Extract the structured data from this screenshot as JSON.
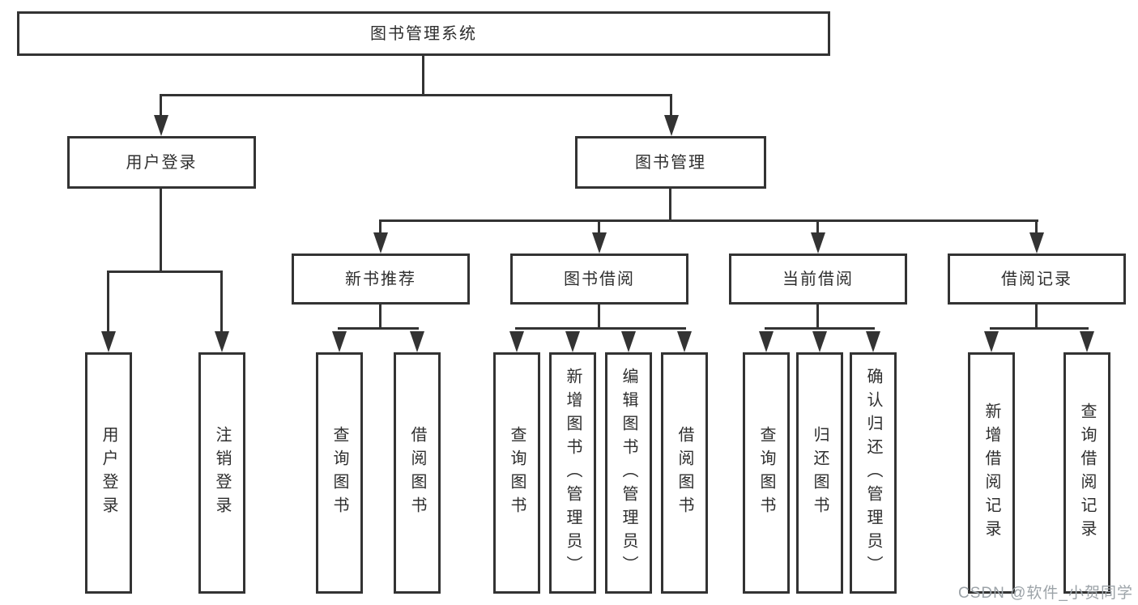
{
  "tree": {
    "root": "图书管理系统",
    "branches": [
      {
        "label": "用户登录",
        "children": [
          "用户登录",
          "注销登录"
        ]
      },
      {
        "label": "图书管理",
        "sections": [
          {
            "label": "新书推荐",
            "children": [
              "查询图书",
              "借阅图书"
            ]
          },
          {
            "label": "图书借阅",
            "children": [
              "查询图书",
              "新增图书（管理员）",
              "编辑图书（管理员）",
              "借阅图书"
            ]
          },
          {
            "label": "当前借阅",
            "children": [
              "查询图书",
              "归还图书",
              "确认归还（管理员）"
            ]
          },
          {
            "label": "借阅记录",
            "children": [
              "新增借阅记录",
              "查询借阅记录"
            ]
          }
        ]
      }
    ]
  },
  "watermark": "CSDN @软件_小贺同学",
  "colors": {
    "line": "#333333",
    "text": "#2e2e2e",
    "watermark": "#9ca3a8",
    "background": "#ffffff"
  }
}
